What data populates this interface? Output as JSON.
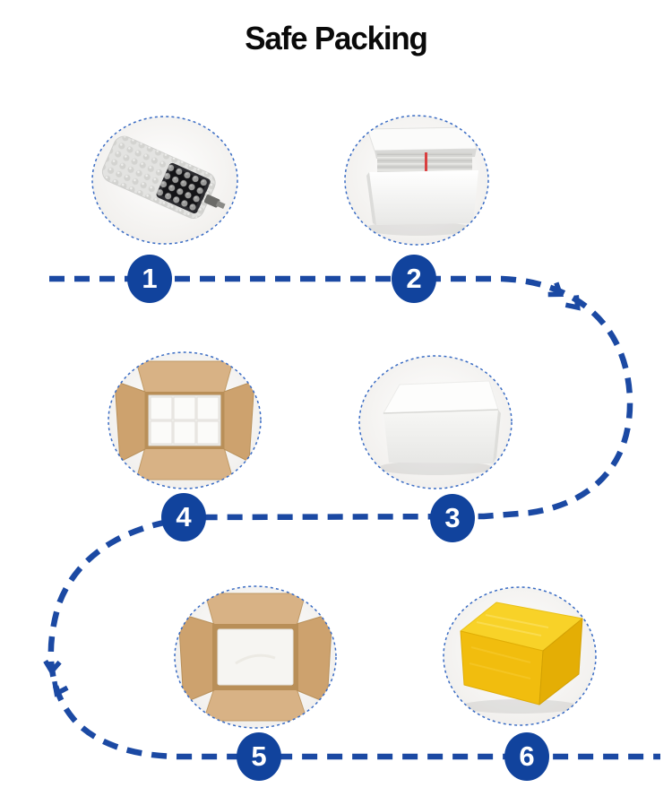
{
  "title": "Safe Packing",
  "colors": {
    "path_blue": "#1B49A3",
    "badge_blue": "#11439D",
    "photo_ring_blue": "#3A6CC4",
    "carton_tan": "#D2A873",
    "wrap_yellow": "#F1BD0E",
    "red_tape_strip": "#D94040"
  },
  "steps": [
    {
      "number": "1",
      "photo": "bubble-wrapped-phone"
    },
    {
      "number": "2",
      "photo": "foil-packs-in-open-white-box"
    },
    {
      "number": "3",
      "photo": "closed-white-box"
    },
    {
      "number": "4",
      "photo": "white-boxes-in-open-carton"
    },
    {
      "number": "5",
      "photo": "foam-sheet-in-open-carton"
    },
    {
      "number": "6",
      "photo": "yellow-wrapped-carton"
    }
  ]
}
